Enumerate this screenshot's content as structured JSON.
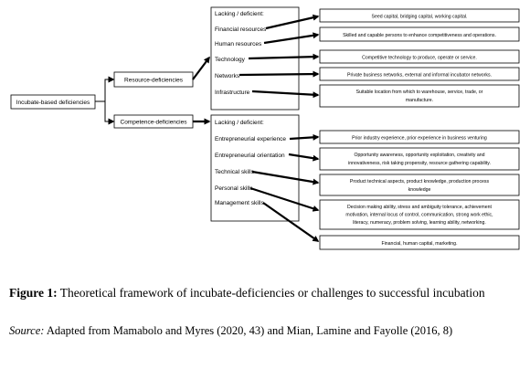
{
  "diagram": {
    "root": "Incubate-based deficiencies",
    "resource": {
      "label": "Resource-deficiencies",
      "heading": "Lacking / deficient:",
      "items": [
        "Financial resources",
        "Human resources",
        "Technology",
        "Networks",
        "Infrastructure"
      ],
      "outcomes": [
        "Seed capital, bridging capital, working capital.",
        "Skilled and capable persons to enhance competitiveness and operations.",
        "Competitive technology to produce, operate or service.",
        "Private business networks, external and informal incubator networks.",
        [
          "Suitable location from which to warehouse, service, trade, or",
          "manufacture."
        ]
      ]
    },
    "competence": {
      "label": "Competence-deficiencies",
      "heading": "Lacking / deficient:",
      "items": [
        "Entrepreneurial experience",
        "Entrepreneurial orientation",
        "Technical skills",
        "Personal skills",
        "Management skills"
      ],
      "outcomes": [
        "Prior industry experience, prior experience in business venturing",
        [
          "Opportunity awareness, opportunity exploitation, creativity and",
          "innovativeness, risk taking propensity, resource gathering capability."
        ],
        [
          "Product technical aspects, product knowledge, production process",
          "knowledge"
        ],
        [
          "Decision making ability, stress and ambiguity tolerance, achievement",
          "motivation, internal locus of control, communication, strong work ethic,",
          "literacy, numeracy, problem solving, learning ability, networking."
        ],
        "Financial, human capital, marketing."
      ]
    }
  },
  "caption": {
    "figure_label": "Figure 1:",
    "figure_text": "Theoretical framework of incubate-deficiencies or challenges to successful incubation",
    "source_label": "Source:",
    "source_text": "Adapted from Mamabolo and Myres (2020, 43) and Mian, Lamine and Fayolle (2016, 8)"
  }
}
